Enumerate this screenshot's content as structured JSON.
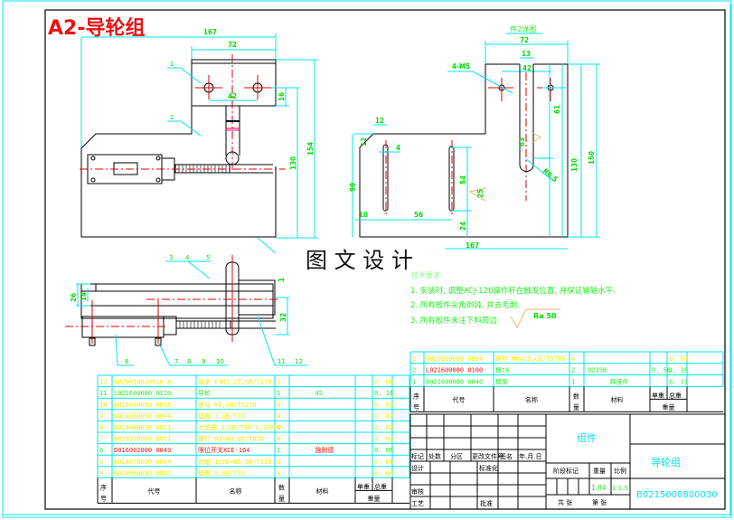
{
  "title": "A2-导轮组",
  "watermark": "图 文 设 计",
  "colors": {
    "title_red": "#ee1111",
    "dimension_green": "#00dd00",
    "frame_cyan": "#00e5ee",
    "centerline_red": "#e00000",
    "text_yellow": "#eeee00",
    "surface_orange": "#f0b070"
  },
  "front_view": {
    "dims": {
      "overall_width": "167",
      "top_width": "72",
      "hole_spacing": "42",
      "hole_offset": "16",
      "height_130": "130",
      "height_154": "154"
    },
    "balloons": [
      "1",
      "2"
    ]
  },
  "part2_view": {
    "caption": "件2详图",
    "dims": {
      "top_width": "72",
      "slot_width": "13",
      "hole_spacing": "42",
      "holes": "4-M5",
      "d61": "61",
      "d63": "63",
      "r65": "R6.5",
      "h130": "130",
      "h150": "150",
      "chamfer_w": "12",
      "chamfer_h": "12",
      "slot4": "4",
      "d98": "98",
      "d10": "10",
      "d56": "56",
      "d54": "54",
      "d24": "24",
      "roughness": "25",
      "width167": "167"
    }
  },
  "top_view": {
    "dims": {
      "d26": "26",
      "d14": "14",
      "d32": "32",
      "d1": "1"
    },
    "balloons": [
      "3",
      "4",
      "5",
      "6",
      "7",
      "8",
      "9",
      "10",
      "11",
      "12"
    ]
  },
  "notes": {
    "heading": "技术要求",
    "items": [
      "1. 安装时, 调整XCJ-126操作杆在触发位置, 并保证销轴水平.",
      "2. 所有板件尖角倒钝, 并去毛刺.",
      "3. 所有板件未注下料周边"
    ],
    "roughness": "Ra 50"
  },
  "bom_left": {
    "rows": [
      {
        "no": "12",
        "code": "N020010010010 8",
        "name": "轴承 6301-2Z,GB/T276",
        "qty": "1",
        "material": "",
        "unit": "",
        "total": "0. 06",
        "color": "yellow"
      },
      {
        "no": "11",
        "code": "L021600080 0110",
        "name": "导轮",
        "qty": "1",
        "material": "45",
        "unit": "",
        "total": "0. 16",
        "color": "green"
      },
      {
        "no": "10",
        "code": "N010040030 0096",
        "name": "螺母 M3,GB/T6170",
        "qty": "4",
        "material": "",
        "unit": "",
        "total": "0. 02",
        "color": "yellow"
      },
      {
        "no": "9",
        "code": "N010060090 0044",
        "name": "垫圈 3,GB/T93",
        "qty": "4",
        "material": "",
        "unit": "",
        "total": "0. 02",
        "color": "yellow"
      },
      {
        "no": "8",
        "code": "N010060030 0011",
        "name": "大垫圈 3,GB/T96.1,100HV",
        "qty": "4",
        "material": "",
        "unit": "",
        "total": "0. 02",
        "color": "yellow"
      },
      {
        "no": "7",
        "code": "N010030060 0031",
        "name": "螺钉 M3×40,GB/T820",
        "qty": "4",
        "material": "",
        "unit": "",
        "total": "0. 02",
        "color": "yellow"
      },
      {
        "no": "6",
        "code": "D016002000 0049",
        "name": "限位开关XCE-164",
        "qty": "1",
        "material": "施耐德",
        "unit": "",
        "total": "0. 06",
        "color": "red"
      },
      {
        "no": "5",
        "code": "N010070030 0044",
        "name": "销轴 12m6×65,GB/T119.",
        "qty": "1",
        "material": "",
        "unit": "",
        "total": "0. 06",
        "color": "yellow"
      },
      {
        "no": "4",
        "code": "N010060090 0003",
        "name": "垫圈 6,GB/T93",
        "qty": "4",
        "material": "",
        "unit": "",
        "total": "0. 04",
        "color": "yellow"
      }
    ],
    "header": {
      "no": "序号",
      "code": "代号",
      "name": "名称",
      "qty": "数量",
      "material": "材料",
      "unit": "单重",
      "total": "总重",
      "weight": "重量"
    }
  },
  "bom_right": {
    "rows": [
      {
        "no": "3",
        "code": "N010010060 0004",
        "name": "螺栓 M6×10,GB/T5780",
        "qty": "4",
        "material": "",
        "unit": "",
        "total": "0. 04",
        "color": "yellow"
      },
      {
        "no": "2",
        "code": "L021600080 0100",
        "name": "板t6",
        "qty": "2",
        "material": "Q235B",
        "unit": "0. 58",
        "total": "1. 16",
        "color": "mixed"
      },
      {
        "no": "1",
        "code": "B021600080 0040",
        "name": "框架",
        "qty": "1",
        "material": "焊接件",
        "unit": "",
        "total": "0. 19",
        "color": "green"
      }
    ],
    "header": {
      "no": "序号",
      "code": "代号",
      "name": "名称",
      "qty": "数量",
      "material": "材料",
      "unit": "单重",
      "total": "总重",
      "weight": "重量"
    }
  },
  "title_block": {
    "type_label": "组件",
    "drawing_name": "导轮组",
    "drawing_number": "B0215000800030",
    "weight": "1.84",
    "scale": "1:1.5",
    "labels": {
      "mark": "标记",
      "count": "处数",
      "zone": "分区",
      "change_doc": "更改文件号",
      "sign": "签名",
      "date": "年.月.日",
      "design": "设计",
      "standardize": "标准化",
      "review": "审核",
      "process": "工艺",
      "approve": "批准",
      "stage": "阶段标记",
      "weight": "重量",
      "scale": "比例",
      "sheets_total": "共 张",
      "sheet_no": "第 张"
    }
  }
}
